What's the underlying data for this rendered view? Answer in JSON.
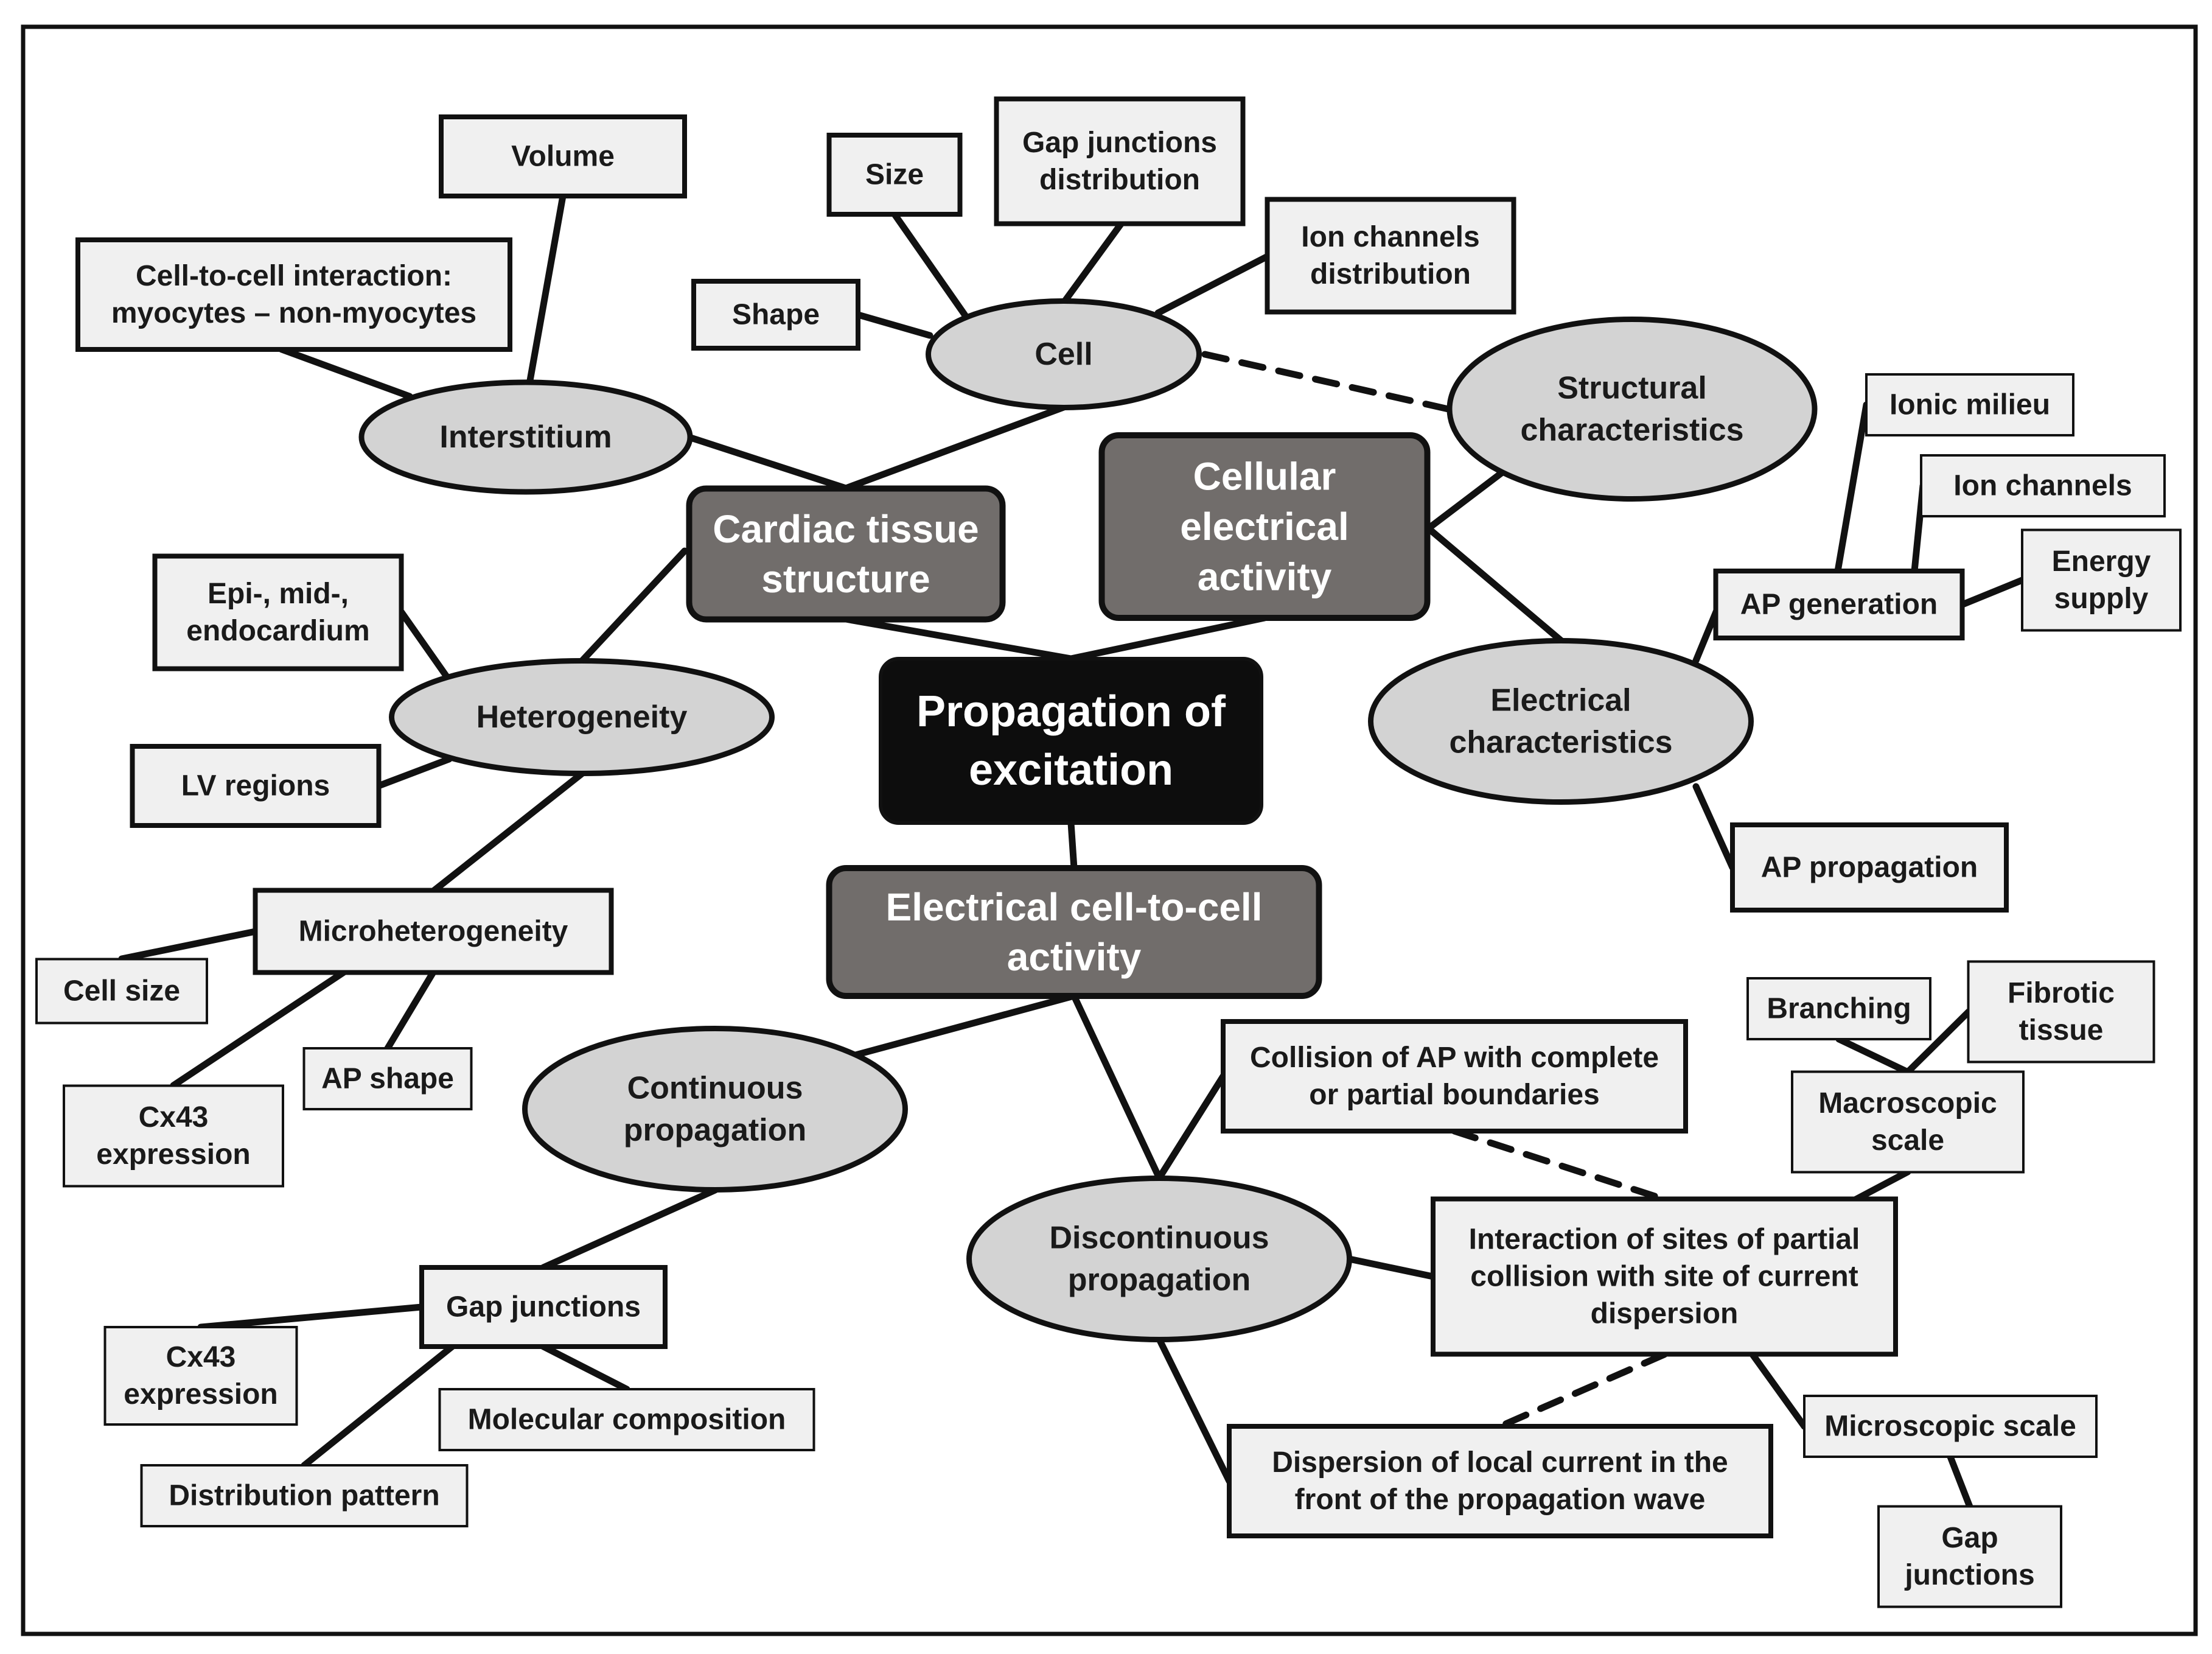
{
  "center": {
    "lines": [
      "Propagation of",
      "excitation"
    ]
  },
  "main": {
    "cardiac": {
      "lines": [
        "Cardiac tissue",
        "structure"
      ]
    },
    "cellular": {
      "lines": [
        "Cellular",
        "electrical",
        "activity"
      ]
    },
    "cell_to_cell": {
      "lines": [
        "Electrical cell-to-cell",
        "activity"
      ]
    }
  },
  "ovals": {
    "interstitium": {
      "lines": [
        "Interstitium"
      ]
    },
    "cell": {
      "lines": [
        "Cell"
      ]
    },
    "heterogeneity": {
      "lines": [
        "Heterogeneity"
      ]
    },
    "structural": {
      "lines": [
        "Structural",
        "characteristics"
      ]
    },
    "electrical": {
      "lines": [
        "Electrical",
        "characteristics"
      ]
    },
    "continuous": {
      "lines": [
        "Continuous",
        "propagation"
      ]
    },
    "discontinuous": {
      "lines": [
        "Discontinuous",
        "propagation"
      ]
    }
  },
  "boxes": {
    "volume": {
      "lines": [
        "Volume"
      ]
    },
    "cell_interaction": {
      "lines": [
        "Cell-to-cell interaction:",
        "myocytes – non-myocytes"
      ]
    },
    "size": {
      "lines": [
        "Size"
      ]
    },
    "gap_dist": {
      "lines": [
        "Gap junctions",
        "distribution"
      ]
    },
    "ion_dist": {
      "lines": [
        "Ion channels",
        "distribution"
      ]
    },
    "shape": {
      "lines": [
        "Shape"
      ]
    },
    "epi": {
      "lines": [
        "Epi-, mid-,",
        "endocardium"
      ]
    },
    "lv_regions": {
      "lines": [
        "LV regions"
      ]
    },
    "microhet": {
      "lines": [
        "Microheterogeneity"
      ]
    },
    "cell_size": {
      "lines": [
        "Cell size"
      ]
    },
    "cx43_a": {
      "lines": [
        "Cx43",
        "expression"
      ]
    },
    "ap_shape": {
      "lines": [
        "AP shape"
      ]
    },
    "ionic_milieu": {
      "lines": [
        "Ionic milieu"
      ]
    },
    "ion_channels": {
      "lines": [
        "Ion channels"
      ]
    },
    "energy": {
      "lines": [
        "Energy",
        "supply"
      ]
    },
    "ap_generation": {
      "lines": [
        "AP generation"
      ]
    },
    "ap_propagation": {
      "lines": [
        "AP propagation"
      ]
    },
    "branching": {
      "lines": [
        "Branching"
      ]
    },
    "fibrotic": {
      "lines": [
        "Fibrotic",
        "tissue"
      ]
    },
    "macroscopic": {
      "lines": [
        "Macroscopic",
        "scale"
      ]
    },
    "collision": {
      "lines": [
        "Collision of AP with complete",
        "or partial boundaries"
      ]
    },
    "interaction": {
      "lines": [
        "Interaction of sites  of partial",
        "collision with site  of current",
        "dispersion"
      ]
    },
    "microscopic": {
      "lines": [
        "Microscopic scale"
      ]
    },
    "gap_j": {
      "lines": [
        "Gap",
        "junctions"
      ]
    },
    "dispersion": {
      "lines": [
        "Dispersion of local current in the",
        "front of the propagation wave"
      ]
    },
    "gap_junctions": {
      "lines": [
        "Gap junctions"
      ]
    },
    "cx43_b": {
      "lines": [
        "Cx43",
        "expression"
      ]
    },
    "molecular": {
      "lines": [
        "Molecular composition"
      ]
    },
    "distribution": {
      "lines": [
        "Distribution pattern"
      ]
    }
  },
  "colors": {
    "center_fill": "#0d0d0d",
    "main_fill": "#716d6b",
    "oval_fill": "#d3d3d3",
    "box_fill": "#f0f0f0",
    "line": "#111111"
  }
}
